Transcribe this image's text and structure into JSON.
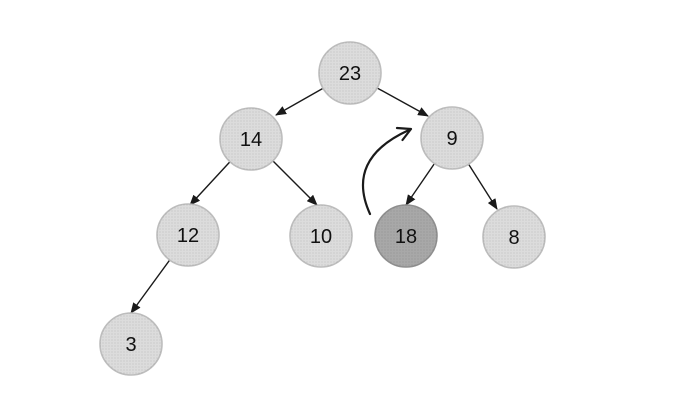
{
  "diagram": {
    "type": "binary-tree",
    "background_color": "#ffffff",
    "node_fill": "#dcdcdc",
    "node_border": "#bdbdbd",
    "highlight_node_fill": "#a8a8a8",
    "highlight_node_border": "#8f8f8f",
    "edge_color": "#1a1a1a",
    "nodes": [
      {
        "value": "23",
        "highlighted": false
      },
      {
        "value": "14",
        "highlighted": false
      },
      {
        "value": "9",
        "highlighted": false
      },
      {
        "value": "12",
        "highlighted": false
      },
      {
        "value": "10",
        "highlighted": false
      },
      {
        "value": "18",
        "highlighted": true
      },
      {
        "value": "8",
        "highlighted": false
      },
      {
        "value": "3",
        "highlighted": false
      }
    ],
    "edges": [
      {
        "from": "23",
        "to": "14"
      },
      {
        "from": "23",
        "to": "9"
      },
      {
        "from": "14",
        "to": "12"
      },
      {
        "from": "14",
        "to": "10"
      },
      {
        "from": "12",
        "to": "3"
      },
      {
        "from": "9",
        "to": "18"
      },
      {
        "from": "9",
        "to": "8"
      }
    ],
    "annotation_arrow": {
      "from": "18",
      "to": "9",
      "style": "curved-up"
    }
  }
}
